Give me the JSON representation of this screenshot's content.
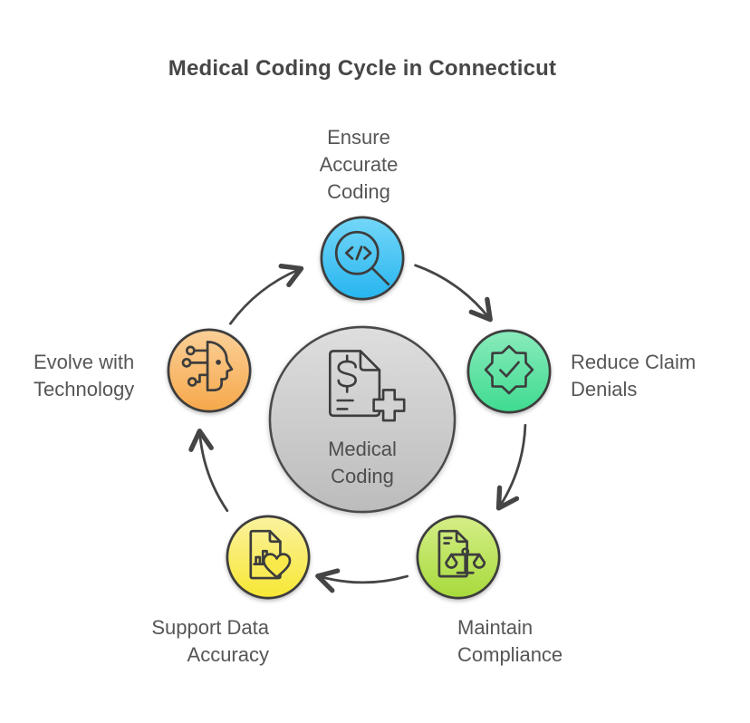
{
  "title": "Medical Coding Cycle in Connecticut",
  "diagram_type": "cycle",
  "center": {
    "label": "Medical\nCoding",
    "icon": "billing-document-cross-icon",
    "color_top": "#dedede",
    "color_bottom": "#bcbcbc"
  },
  "nodes": [
    {
      "id": "ensure-accurate-coding",
      "label": "Ensure\nAccurate\nCoding",
      "position": "top",
      "icon": "code-search-icon",
      "color_top": "#74d7f8",
      "color_bottom": "#27b5ef"
    },
    {
      "id": "reduce-claim-denials",
      "label": "Reduce Claim\nDenials",
      "position": "right",
      "icon": "badge-check-icon",
      "color_top": "#8aebbc",
      "color_bottom": "#3edb90"
    },
    {
      "id": "maintain-compliance",
      "label": "Maintain\nCompliance",
      "position": "bottom-right",
      "icon": "document-scales-icon",
      "color_top": "#d5ee88",
      "color_bottom": "#a7da3b"
    },
    {
      "id": "support-data-accuracy",
      "label": "Support Data\nAccuracy",
      "position": "bottom-left",
      "icon": "document-chart-heart-icon",
      "color_top": "#faf2a0",
      "color_bottom": "#f8e733"
    },
    {
      "id": "evolve-with-technology",
      "label": "Evolve with\nTechnology",
      "position": "left",
      "icon": "ai-face-circuit-icon",
      "color_top": "#fbd098",
      "color_bottom": "#f6a84b"
    }
  ],
  "flow": "clockwise",
  "arrow_color": "#454545",
  "outline_color": "#3d3d3d",
  "title_color": "#474747",
  "label_color": "#565656",
  "background_color": "#ffffff"
}
